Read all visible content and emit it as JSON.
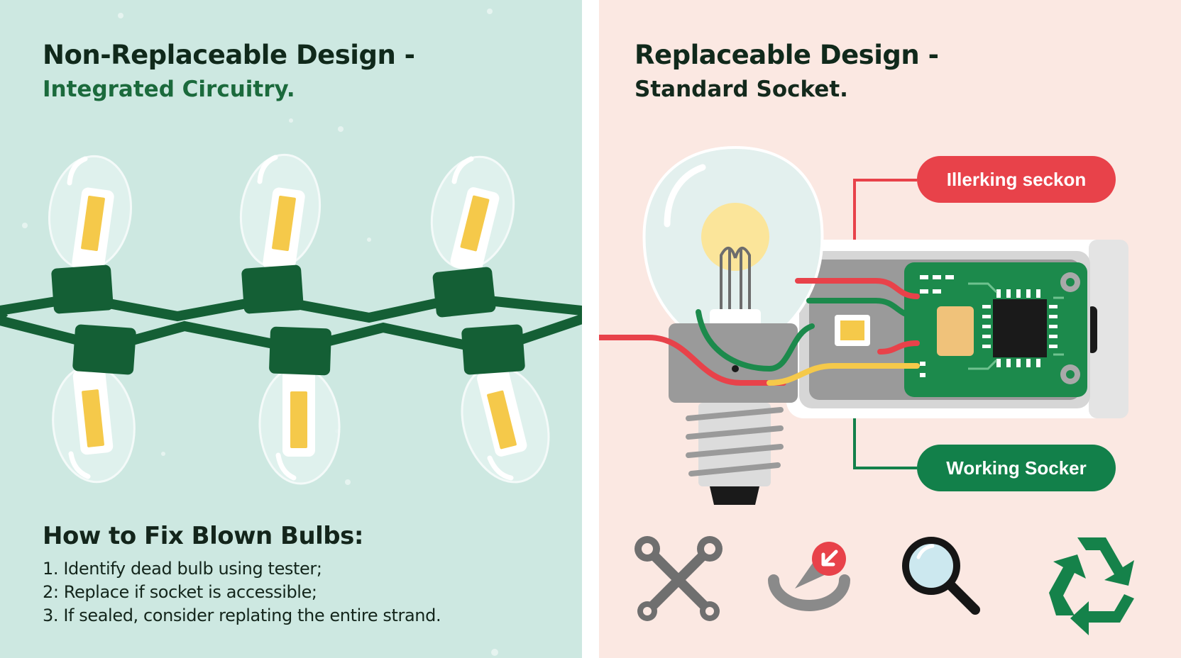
{
  "left_panel": {
    "title": "Non-Replaceable Design -",
    "subtitle": "Integrated Circuitry.",
    "fix_section": {
      "title": "How to Fix Blown Bulbs:",
      "steps": [
        "1. Identify dead bulb using tester;",
        "2: Replace if socket is accessible;",
        "3. If sealed, consider replating the entire strand."
      ]
    }
  },
  "right_panel": {
    "title": "Replaceable Design -",
    "subtitle": "Standard Socket.",
    "callouts": {
      "top_label": "Illerking seckon",
      "bottom_label": "Working Socker"
    },
    "icons": [
      "wrench-screwdriver-icon",
      "replace-arrow-icon",
      "magnifier-icon",
      "recycle-icon"
    ]
  },
  "colors": {
    "left_bg": "#cde8e1",
    "right_bg": "#fbe8e2",
    "wire_green": "#145f35",
    "bulb_yellow": "#f5c94a",
    "callout_red": "#e8424a",
    "callout_green": "#12804a",
    "pcb_green": "#1c8a4c"
  }
}
